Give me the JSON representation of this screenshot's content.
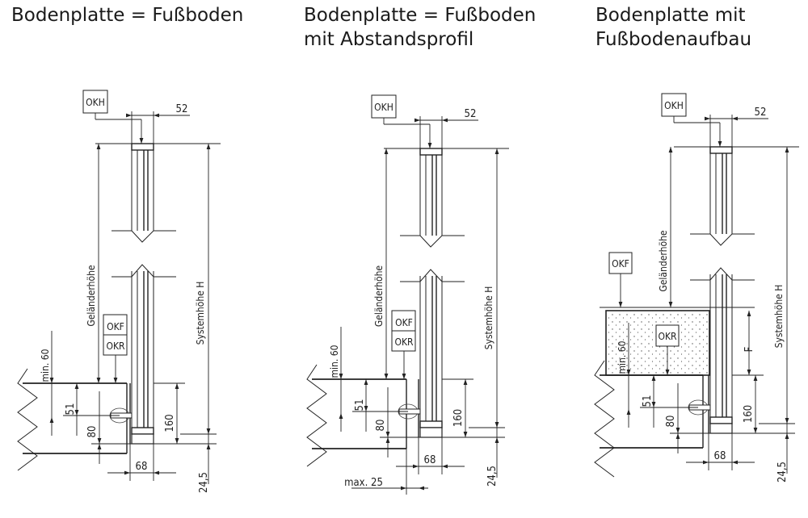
{
  "panels": [
    {
      "title": [
        "Bodenplatte = Fußboden"
      ],
      "labels": {
        "okh": "OKH",
        "dim_top": "52",
        "gelaender": "Geländerhöhe",
        "system": "Systemhöhe H",
        "okf": "OKF",
        "okr": "OKR",
        "min": "min. 60",
        "d51": "51",
        "d80": "80",
        "d160": "160",
        "d68": "68",
        "d245": "24,5"
      }
    },
    {
      "title": [
        "Bodenplatte = Fußboden",
        "mit Abstandsprofil"
      ],
      "labels": {
        "okh": "OKH",
        "dim_top": "52",
        "gelaender": "Geländerhöhe",
        "system": "Systemhöhe H",
        "okf": "OKF",
        "okr": "OKR",
        "min": "min. 60",
        "d51": "51",
        "d80": "80",
        "d160": "160",
        "d68": "68",
        "d245": "24,5",
        "max": "max. 25"
      }
    },
    {
      "title": [
        "Bodenplatte mit",
        "Fußbodenaufbau"
      ],
      "labels": {
        "okh": "OKH",
        "dim_top": "52",
        "gelaender": "Geländerhöhe",
        "system": "Systemhöhe H",
        "okf": "OKF",
        "okr": "OKR",
        "min": "min. 60",
        "d51": "51",
        "d80": "80",
        "d160": "160",
        "d68": "68",
        "d245": "24,5",
        "f": "F"
      }
    }
  ]
}
